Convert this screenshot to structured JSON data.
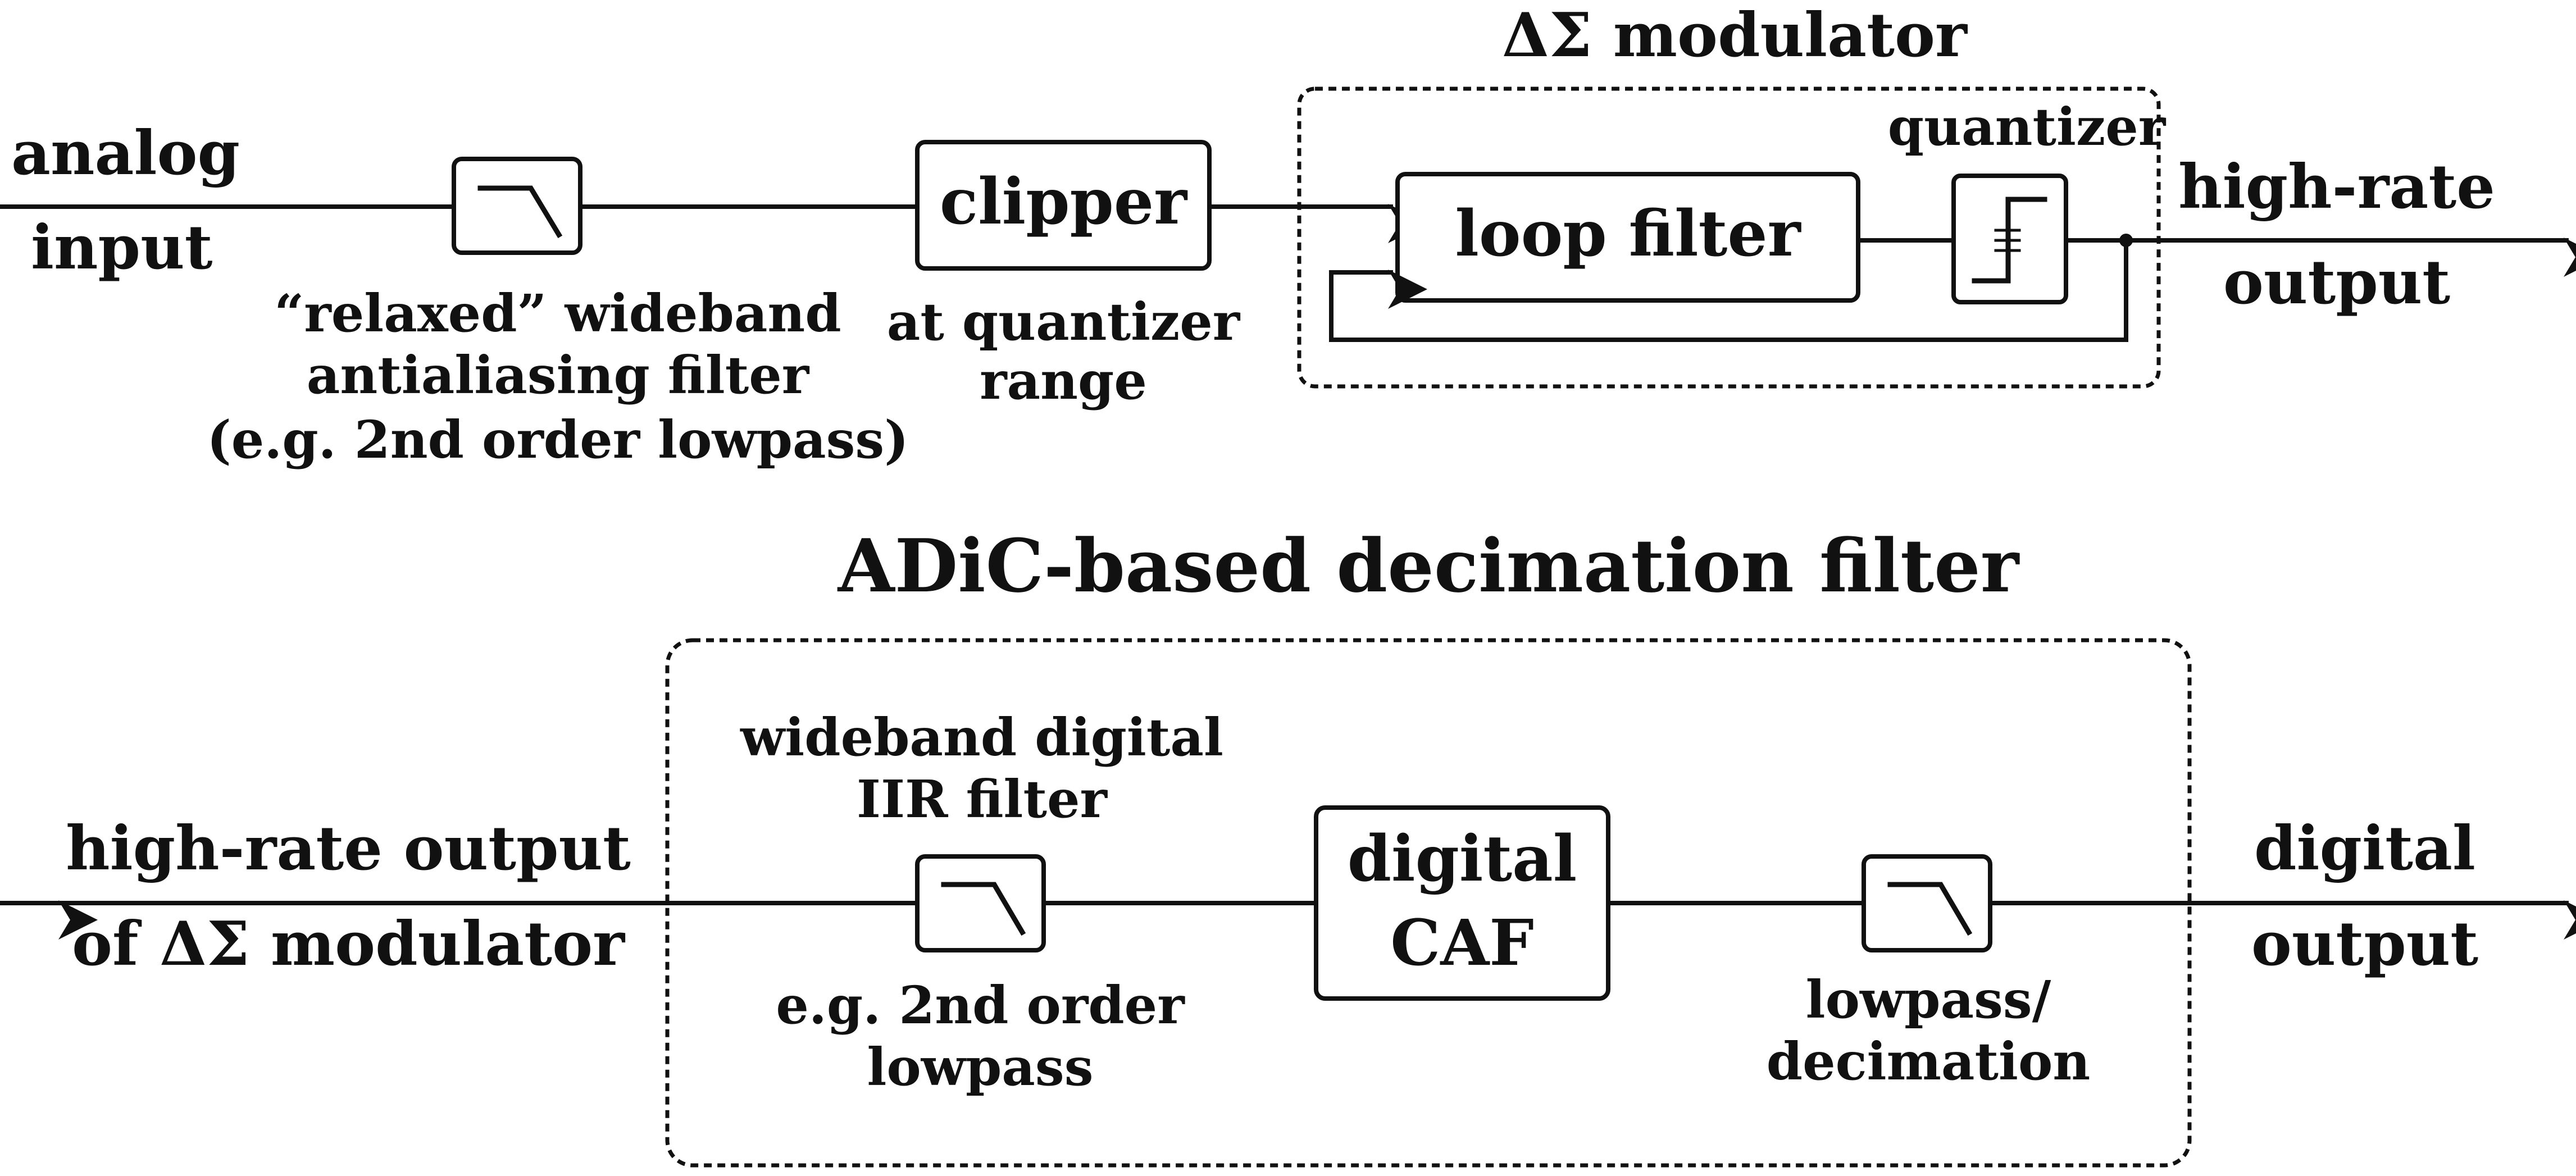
{
  "top_chain": {
    "input_label": [
      "analog",
      "input"
    ],
    "aa_filter_caption": [
      "“relaxed” wideband",
      "antialiasing filter",
      "(e.g. 2nd order lowpass)"
    ],
    "clipper": "clipper",
    "clipper_caption": [
      "at quantizer",
      "range"
    ],
    "modulator_title": "ΔΣ modulator",
    "loop_filter": "loop filter",
    "quantizer_label": "quantizer",
    "output_label": [
      "high-rate",
      "output"
    ]
  },
  "bottom_chain": {
    "title": "ADiC-based decimation filter",
    "input_label": [
      "high-rate output",
      "of ΔΣ modulator"
    ],
    "iir_caption_top": [
      "wideband digital",
      "IIR filter"
    ],
    "iir_caption_bottom": [
      "e.g. 2nd order",
      "lowpass"
    ],
    "caf_block": [
      "digital",
      "CAF"
    ],
    "decim_caption": [
      "lowpass/",
      "decimation"
    ],
    "output_label": [
      "digital",
      "output"
    ]
  }
}
